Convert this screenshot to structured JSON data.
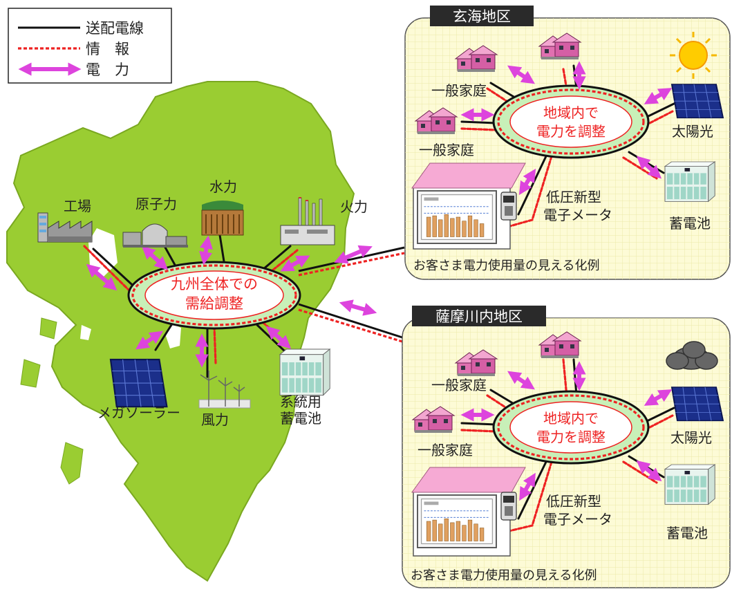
{
  "legend": {
    "line_label": "送配電線",
    "info_label": "情　報",
    "power_label": "電　力"
  },
  "kyushu": {
    "center_line1": "九州全体での",
    "center_line2": "需給調整",
    "factory": "工場",
    "nuclear": "原子力",
    "hydro": "水力",
    "thermal": "火力",
    "mega_solar": "メガソーラー",
    "wind": "風力",
    "grid_battery_line1": "系統用",
    "grid_battery_line2": "蓄電池"
  },
  "genkai": {
    "title": "玄海地区",
    "center_line1": "地域内で",
    "center_line2": "電力を調整",
    "home1": "一般家庭",
    "home2": "一般家庭",
    "solar": "太陽光",
    "battery": "蓄電池",
    "meter_line1": "低圧新型",
    "meter_line2": "電子メータ",
    "caption": "お客さま電力使用量の見える化例"
  },
  "satsuma": {
    "title": "薩摩川内地区",
    "center_line1": "地域内で",
    "center_line2": "電力を調整",
    "home1": "一般家庭",
    "home2": "一般家庭",
    "solar": "太陽光",
    "battery": "蓄電池",
    "meter_line1": "低圧新型",
    "meter_line2": "電子メータ",
    "caption": "お客さま電力使用量の見える化例"
  },
  "colors": {
    "land": "#9acd32",
    "land_stroke": "#7aa820",
    "panel_bg": "#fdfbd6",
    "ring_fill": "#c8f0b8",
    "info_red": "#ee2222",
    "power_magenta": "#dd44dd",
    "title_bg": "#2a2a2a",
    "house": "#e070b0"
  }
}
